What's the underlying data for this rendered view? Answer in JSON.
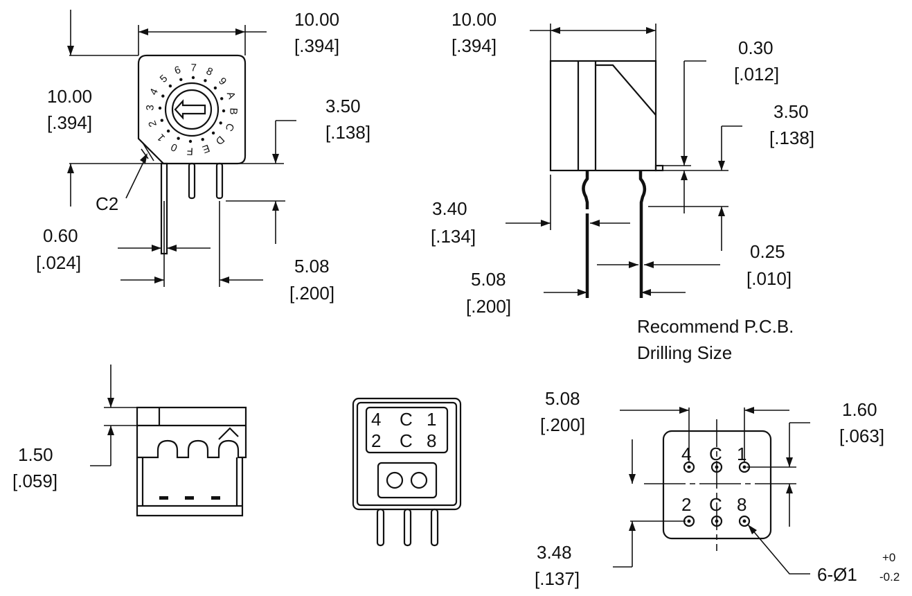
{
  "dimensions": {
    "front_width_mm": "10.00",
    "front_width_in": "[.394]",
    "front_height_mm": "10.00",
    "front_height_in": "[.394]",
    "front_pin_offset_mm": "3.50",
    "front_pin_offset_in": "[.138]",
    "chamfer": "C2",
    "pin_width_mm": "0.60",
    "pin_width_in": "[.024]",
    "front_pitch_mm": "5.08",
    "front_pitch_in": "[.200]",
    "side_width_mm": "10.00",
    "side_width_in": "[.394]",
    "side_standoff_mm": "0.30",
    "side_standoff_in": "[.012]",
    "side_pin_offset_mm": "3.50",
    "side_pin_offset_in": "[.138]",
    "side_pin_setback_mm": "3.40",
    "side_pin_setback_in": "[.134]",
    "side_pin_thickness_mm": "0.25",
    "side_pin_thickness_in": "[.010]",
    "side_pitch_mm": "5.08",
    "side_pitch_in": "[.200]",
    "top_step_mm": "1.50",
    "top_step_in": "[.059]",
    "pcb_pitch_mm": "5.08",
    "pcb_pitch_in": "[.200]",
    "pcb_edge_mm": "1.60",
    "pcb_edge_in": "[.063]",
    "pcb_row_mm": "3.48",
    "pcb_row_in": "[.137]",
    "hole_spec": "6-Ø1",
    "tol_plus": "+0",
    "tol_minus": "-0.2"
  },
  "notes": {
    "pcb_title_line1": "Recommend P.C.B.",
    "pcb_title_line2": "Drilling Size"
  },
  "dial_labels": [
    "0",
    "1",
    "2",
    "3",
    "4",
    "5",
    "6",
    "7",
    "8",
    "9",
    "A",
    "B",
    "C",
    "D",
    "E",
    "F"
  ],
  "code_labels": {
    "r1c1": "4",
    "r1c2": "C",
    "r1c3": "1",
    "r2c1": "2",
    "r2c2": "C",
    "r2c3": "8"
  },
  "pcb_labels": {
    "r1c1": "4",
    "r1c2": "C",
    "r1c3": "1",
    "r2c1": "2",
    "r2c2": "C",
    "r2c3": "8"
  }
}
